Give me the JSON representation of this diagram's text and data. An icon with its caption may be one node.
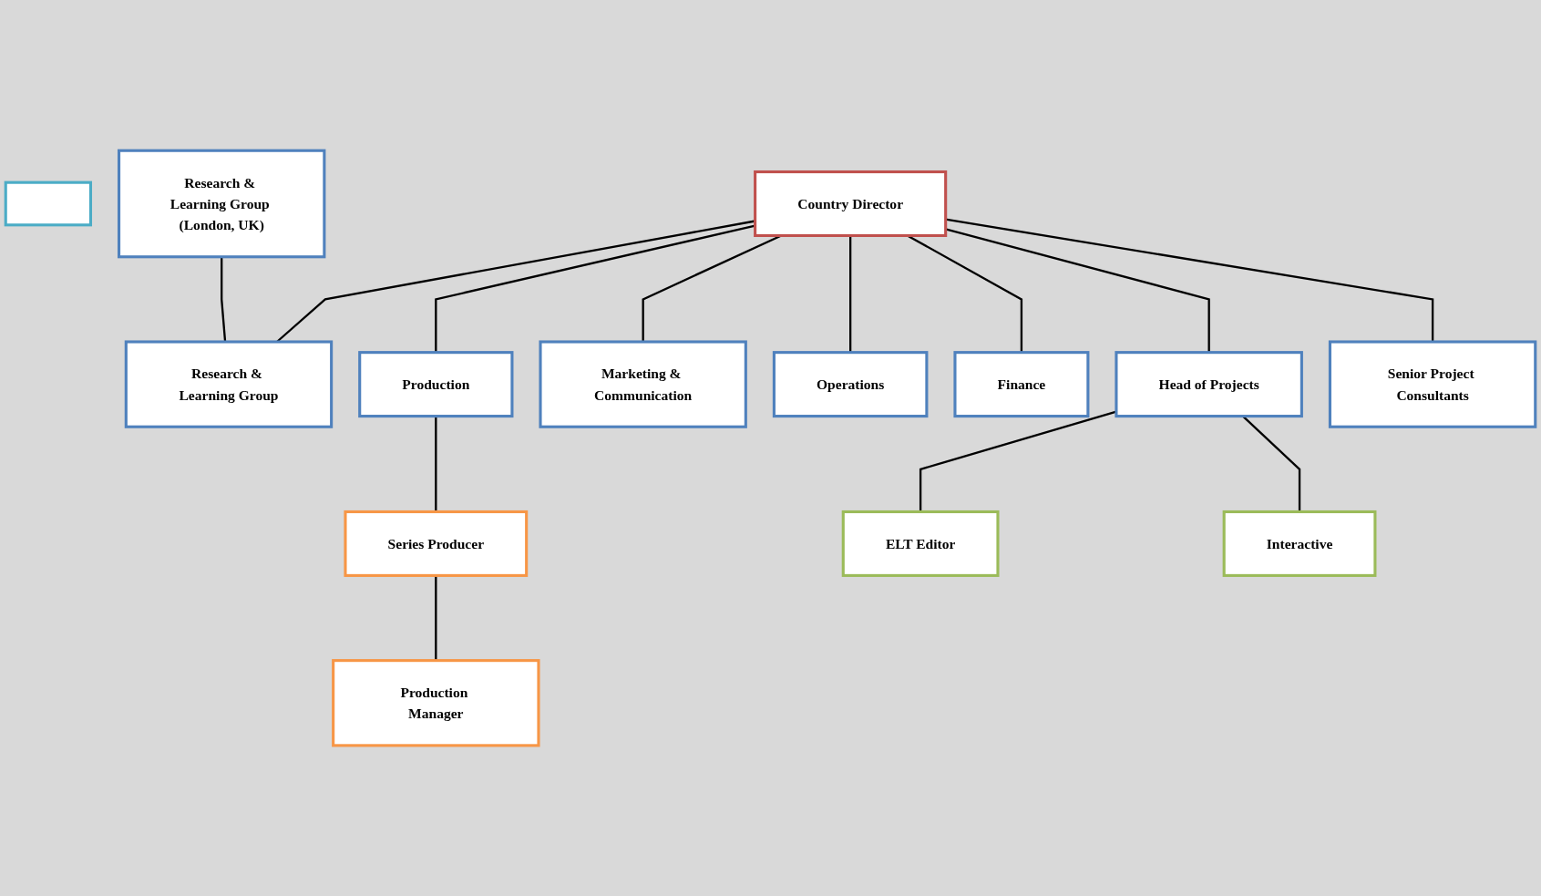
{
  "diagram": {
    "nodes": [
      {
        "text": [],
        "shape": "box"
      },
      {
        "text": [
          "Research & Learning Group (London, UK)"
        ]
      },
      {
        "text": [
          "Country Director"
        ]
      },
      {
        "text": [
          "Research & Learning Group"
        ]
      },
      {
        "text": [
          "Production"
        ]
      },
      {
        "text": [
          "Marketing & Communication"
        ]
      },
      {
        "text": [
          "Operations"
        ]
      },
      {
        "text": [
          "Finance"
        ]
      },
      {
        "text": [
          "Head of Projects"
        ]
      },
      {
        "text": [
          "Senior Project Consultants"
        ]
      },
      {
        "text": [
          "Series Producer"
        ]
      },
      {
        "text": [
          "ELT Editor"
        ]
      },
      {
        "text": [
          "Interactive"
        ]
      },
      {
        "text": [
          "Production Manager"
        ]
      }
    ],
    "edges": [
      {
        "from": 1,
        "to": 3,
        "arrow": "none"
      },
      {
        "from": 2,
        "to": 3,
        "arrow": "none"
      },
      {
        "from": 2,
        "to": 4,
        "arrow": "none"
      },
      {
        "from": 2,
        "to": 5,
        "arrow": "none"
      },
      {
        "from": 2,
        "to": 6,
        "arrow": "none"
      },
      {
        "from": 2,
        "to": 7,
        "arrow": "none"
      },
      {
        "from": 2,
        "to": 8,
        "arrow": "none"
      },
      {
        "from": 2,
        "to": 9,
        "arrow": "none"
      },
      {
        "from": 4,
        "to": 10,
        "arrow": "none"
      },
      {
        "from": 10,
        "to": 13,
        "arrow": "none"
      },
      {
        "from": 8,
        "to": 11,
        "arrow": "none"
      },
      {
        "from": 8,
        "to": 12,
        "arrow": "none"
      }
    ]
  }
}
